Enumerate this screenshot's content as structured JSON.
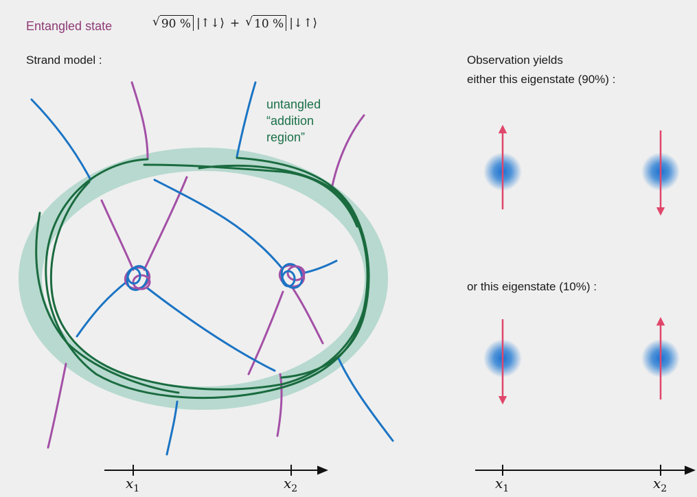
{
  "title": "Entangled state",
  "formula": {
    "term1_weight": "90 %",
    "term1_ket": "|↑↓⟩",
    "plus": "+",
    "term2_weight": "10 %",
    "term2_ket": "|↓↑⟩"
  },
  "strand_model_label": "Strand model :",
  "region_label": [
    "untangled",
    "“addition",
    "region”"
  ],
  "observation": {
    "heading": "Observation yields",
    "eigenstate_1": "either this eigenstate (90%) :",
    "eigenstate_2": "or this eigenstate (10%) :"
  },
  "axis": {
    "x1": "x",
    "x1_sub": "1",
    "x2": "x",
    "x2_sub": "2"
  },
  "colors": {
    "title": "#8e3a75",
    "blue_strand": "#1b74c4",
    "purple_strand": "#a350a6",
    "green_strand": "#1a6b3f",
    "region_fill": "#b7d9cf",
    "spin_arrow": "#e0466a"
  },
  "spin_states": {
    "eigenstate_1": [
      "up",
      "down"
    ],
    "eigenstate_2": [
      "down",
      "up"
    ]
  }
}
